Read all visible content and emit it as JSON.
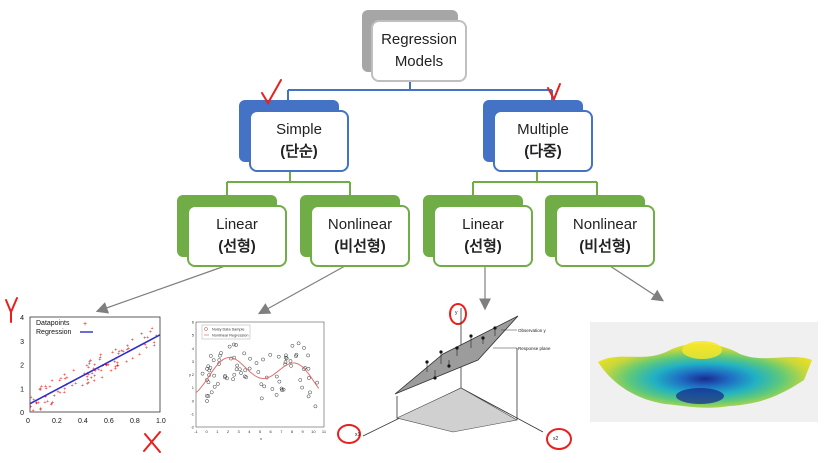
{
  "root": {
    "line1": "Regression",
    "line2": "Models"
  },
  "branches": {
    "simple": {
      "line1": "Simple",
      "line2": "(단순)"
    },
    "multiple": {
      "line1": "Multiple",
      "line2": "(다중)"
    }
  },
  "leaves": {
    "simple_linear": {
      "line1": "Linear",
      "line2": "(선형)"
    },
    "simple_nonlinear": {
      "line1": "Nonlinear",
      "line2": "(비선형)"
    },
    "multiple_linear": {
      "line1": "Linear",
      "line2": "(선형)"
    },
    "multiple_nonlinear": {
      "line1": "Nonlinear",
      "line2": "(비선형)"
    }
  },
  "annotations": {
    "y_mark": "Y",
    "x_mark": "X"
  },
  "colors": {
    "gray_back": "#a6a6a6",
    "blue": "#4472c4",
    "green": "#70ad47",
    "red": "#e8201e",
    "arrow": "#7f7f7f"
  },
  "chart_linear": {
    "type": "scatter",
    "legend": [
      "Datapoints",
      "Regression"
    ],
    "xticks": [
      "0",
      "0.2",
      "0.4",
      "0.6",
      "0.8",
      "1.0"
    ],
    "yticks": [
      "0",
      "1",
      "2",
      "3",
      "4"
    ],
    "xlim": [
      0,
      1
    ],
    "ylim": [
      0,
      4
    ],
    "regression": {
      "x": [
        0,
        1
      ],
      "y": [
        0.35,
        3.25
      ]
    }
  },
  "chart_nonlinear": {
    "type": "scatter",
    "legend": [
      "Noisy Data Sample",
      "Nonlinear Regression"
    ],
    "xticks": [
      "-1",
      "0",
      "1",
      "2",
      "3",
      "4",
      "5",
      "6",
      "7",
      "8",
      "9",
      "10",
      "11"
    ],
    "yticks": [
      "-2",
      "-1",
      "0",
      "1",
      "2",
      "3",
      "4",
      "5",
      "6"
    ],
    "xlabel": "x",
    "ylabel": "y",
    "xlim": [
      -1,
      11
    ],
    "ylim": [
      -2,
      6
    ]
  },
  "chart_plane": {
    "labels": [
      "Observation y",
      "Response plane"
    ],
    "axis_marks": [
      "y",
      "x1",
      "x2"
    ]
  },
  "chart_surface": {
    "type": "surface"
  }
}
